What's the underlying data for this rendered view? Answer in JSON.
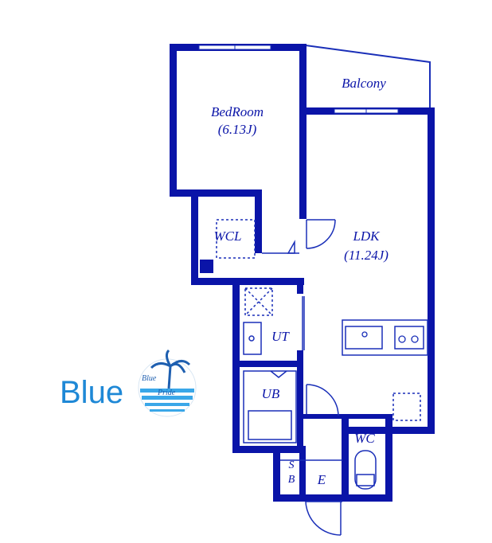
{
  "colors": {
    "wall": "#0a14a8",
    "line": "#1a2fb8",
    "logo": "#1e88d6",
    "logo_sea": "#3aa7e8"
  },
  "rooms": {
    "bedroom": {
      "name": "BedRoom",
      "size": "(6.13J)"
    },
    "balcony": {
      "name": "Balcony"
    },
    "wcl": {
      "name": "WCL"
    },
    "ldk": {
      "name": "LDK",
      "size": "(11.24J)"
    },
    "ut": {
      "name": "UT"
    },
    "ub": {
      "name": "UB"
    },
    "wc": {
      "name": "WC"
    },
    "sb": {
      "line1": "S",
      "line2": "B"
    },
    "entrance": {
      "name": "E"
    }
  },
  "logo": {
    "text": "Blue",
    "badge_line1": "Blue",
    "badge_line2": "Pride"
  }
}
